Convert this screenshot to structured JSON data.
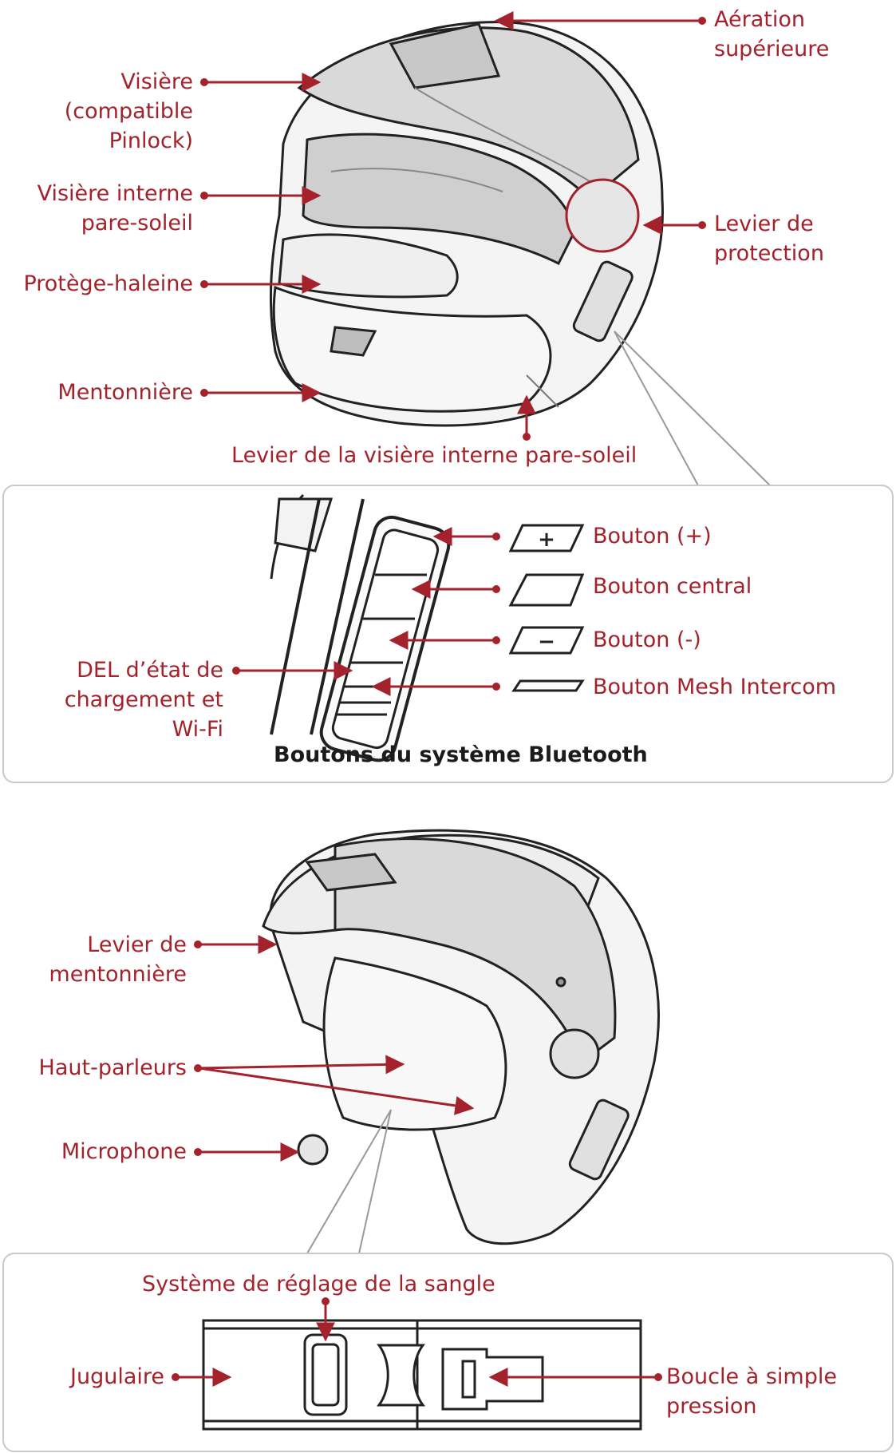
{
  "colors": {
    "accent": "#a3222b",
    "line": "#222222",
    "panel_border": "#c9c9c9",
    "shell_fill": "#f3f3f3",
    "visor_fill": "#dcdcdc"
  },
  "top_labels": {
    "top_vent": [
      "Aération",
      "supérieure"
    ],
    "visor": [
      "Visière",
      "(compatible",
      "Pinlock)"
    ],
    "sun_visor": [
      "Visière interne",
      "pare-soleil"
    ],
    "locking_lever": [
      "Levier de",
      "protection"
    ],
    "breath_guard": [
      "Protège-haleine"
    ],
    "chin_bar": [
      "Mentonnière"
    ],
    "sun_visor_lever": [
      "Levier de la visière interne pare-soleil"
    ]
  },
  "buttons_panel": {
    "caption": "Boutons du système Bluetooth",
    "led_label": [
      "DEL d’état de",
      "chargement et",
      "Wi-Fi"
    ],
    "buttons": [
      {
        "key": "plus",
        "label": "Bouton (+)",
        "glyph": "+"
      },
      {
        "key": "center",
        "label": "Bouton central",
        "glyph": ""
      },
      {
        "key": "minus",
        "label": "Bouton (-)",
        "glyph": "−"
      },
      {
        "key": "mesh",
        "label": "Bouton Mesh Intercom",
        "glyph": ""
      }
    ]
  },
  "bottom_labels": {
    "chin_bar_lever": [
      "Levier de",
      "mentonnière"
    ],
    "speakers": [
      "Haut-parleurs"
    ],
    "microphone": [
      "Microphone"
    ]
  },
  "strap_panel": {
    "adjust_system": "Système de réglage de la sangle",
    "chin_strap": [
      "Jugulaire"
    ],
    "buckle": [
      "Boucle à simple",
      "pression"
    ]
  }
}
